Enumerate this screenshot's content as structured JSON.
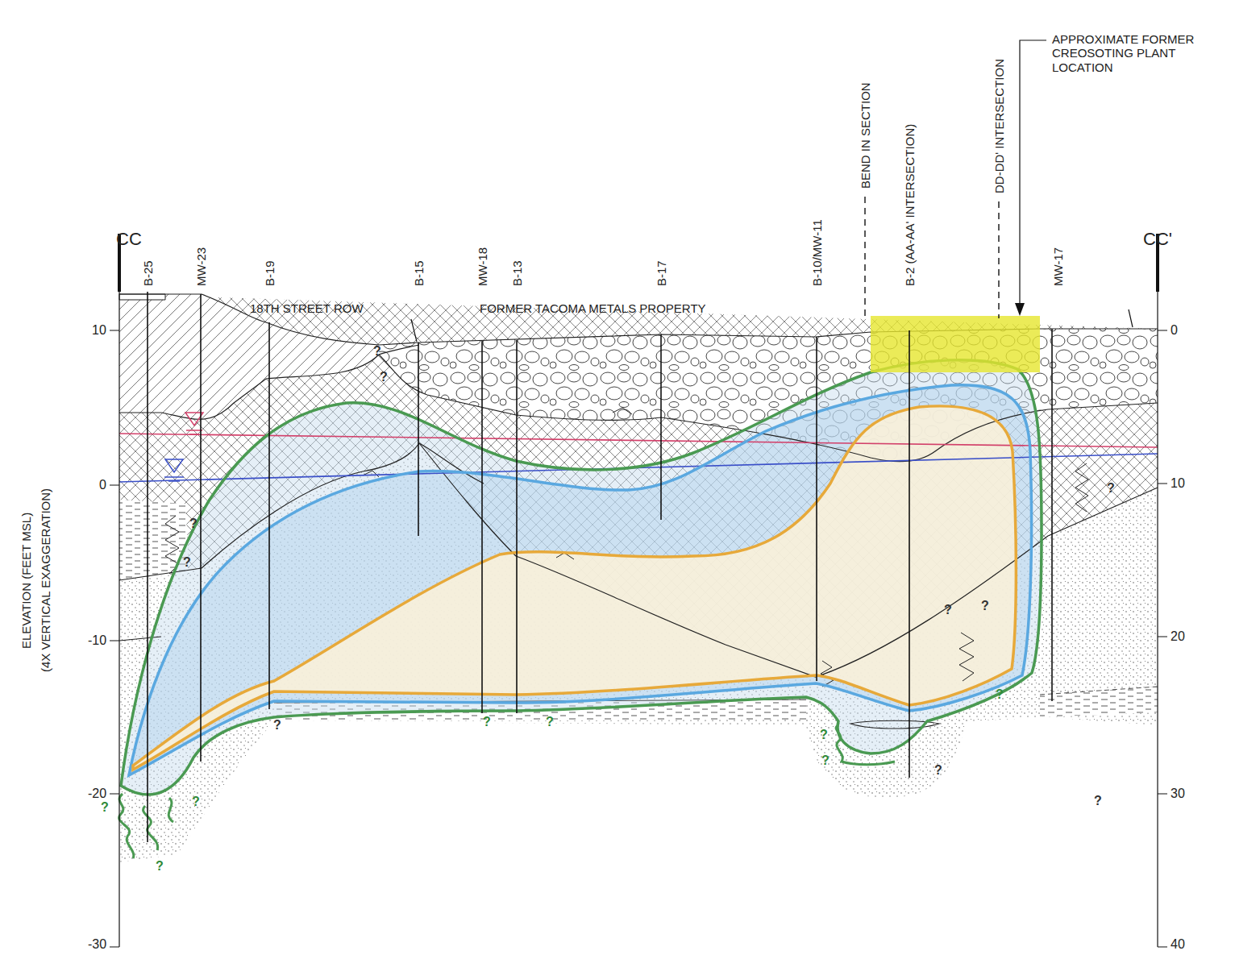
{
  "diagram": {
    "labels": [
      "CC",
      "CC'",
      "B-25",
      "MW-23",
      "B-19",
      "B-15",
      "MW-18",
      "B-13",
      "B-17",
      "B-10/MW-11",
      "BEND IN SECTION",
      "B-2 (AA-AA' INTERSECTION)",
      "DD-DD' INTERSECTION",
      "MW-17",
      "APPROXIMATE FORMER CREOSOTING PLANT LOCATION",
      "18TH STREET ROW",
      "FORMER TACOMA METALS PROPERTY",
      "ELEVATION (FEET MSL)",
      "(4X VERTICAL EXAGGERATION)",
      "10",
      "0",
      "-10",
      "-20",
      "-30",
      "0",
      "10",
      "20",
      "30",
      "40",
      "?",
      "?",
      "?",
      "?",
      "?",
      "?",
      "?",
      "?",
      "?",
      "?",
      "?",
      "?",
      "?",
      "?",
      "?",
      "?",
      "?",
      "?"
    ]
  }
}
